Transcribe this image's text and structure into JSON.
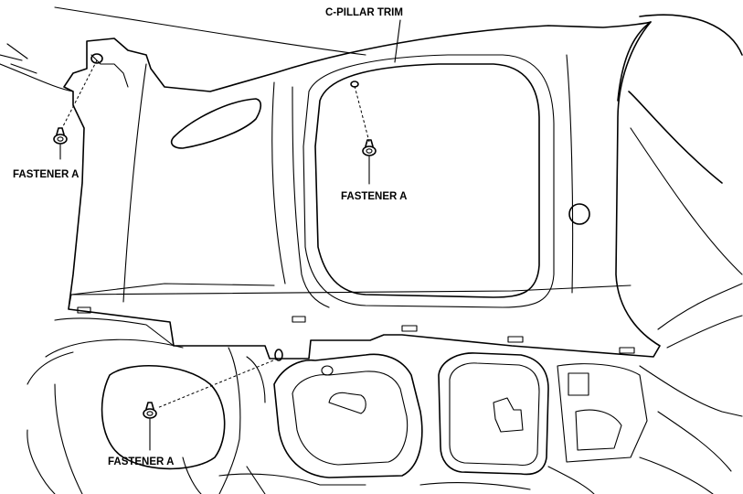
{
  "labels": {
    "c_pillar_trim": "C-PILLAR TRIM",
    "fastener_top_left": "FASTENER A",
    "fastener_center": "FASTENER A",
    "fastener_bottom": "FASTENER A"
  },
  "colors": {
    "line": "#000000",
    "background": "#ffffff"
  }
}
